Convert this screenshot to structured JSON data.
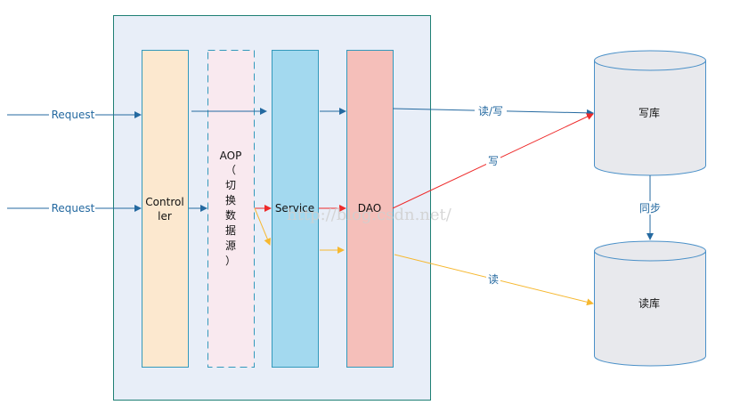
{
  "diagram": {
    "incoming": [
      {
        "label": "Request"
      },
      {
        "label": "Request"
      }
    ],
    "layers": {
      "controller": {
        "line1": "Control",
        "line2": "ler",
        "fill": "#fce8cf"
      },
      "aop": {
        "lines": [
          "AOP",
          "（",
          "切",
          "换",
          "数",
          "据",
          "源",
          "）"
        ],
        "fill": "#f9e9ef"
      },
      "service": {
        "label": "Service",
        "fill": "#a3d9ef"
      },
      "dao": {
        "label": "DAO",
        "fill": "#f5bfba"
      }
    },
    "databases": {
      "write_db": {
        "label": "写库"
      },
      "read_db": {
        "label": "读库"
      }
    },
    "edges": {
      "read_write": "读/写",
      "write": "写",
      "read": "读",
      "sync": "同步"
    },
    "watermark": "http://blog.csdn.net/",
    "colors": {
      "container_fill": "#e8eef8",
      "container_border": "#1e7f74",
      "box_border": "#3399bb",
      "blue_arrow": "#2469a0",
      "red_arrow": "#ee2a2a",
      "yellow_arrow": "#f6b830",
      "db_fill": "#e8e9ed",
      "db_border": "#4a90c8"
    }
  }
}
